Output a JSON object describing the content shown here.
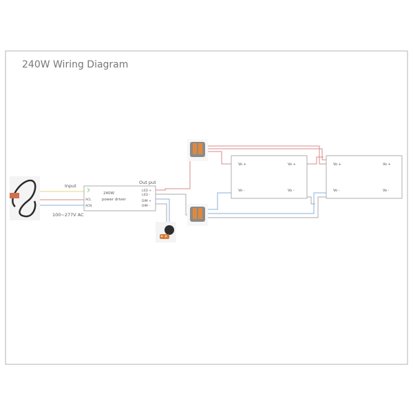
{
  "title": "240W  Wiring  Diagram",
  "labels": {
    "input": "Input",
    "output": "Out put",
    "voltage": "100~277V  AC"
  },
  "driver": {
    "name_line1": "240W",
    "name_line2": "power  driver",
    "acl": "ACL",
    "acn": "ACN",
    "led_plus": "LED +",
    "led_minus": "LED -",
    "dim_plus": "DIM +",
    "dim_minus": "DIM -"
  },
  "panels": {
    "vo_plus": "Vo +",
    "vo_minus": "Vo -"
  },
  "colors": {
    "frame": "#b3b3b3",
    "panel": "#9a9a9a",
    "wire_red": "#d98a8a",
    "wire_blue": "#8ab0d9",
    "wire_gray": "#a9a9a9",
    "wire_green": "#9fcf9f",
    "connector_orange": "#e0893c",
    "connector_gray": "#9a9a9a",
    "text": "#555555"
  }
}
